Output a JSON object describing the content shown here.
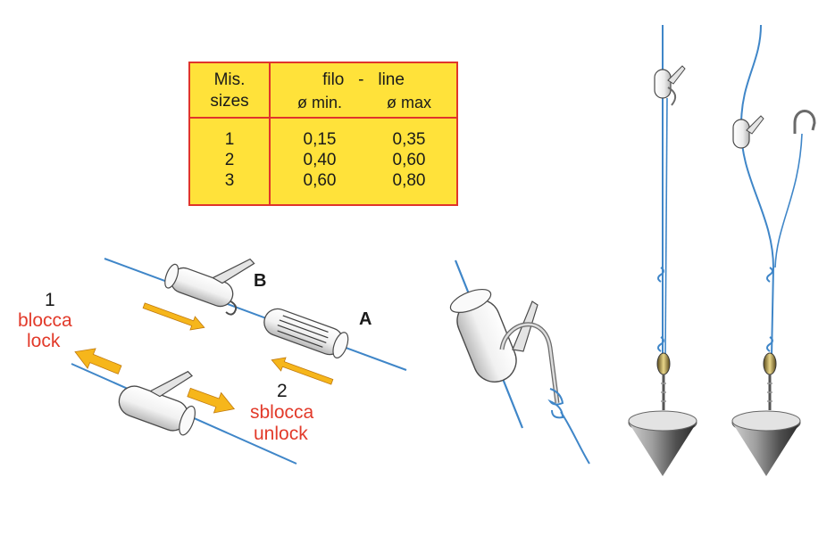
{
  "table": {
    "header": {
      "col1_line1": "Mis.",
      "col1_line2": "sizes",
      "col2_line1": "filo   -   line",
      "col2_min": "ø min.",
      "col2_max": "ø max"
    },
    "rows": [
      {
        "size": "1",
        "min": "0,15",
        "max": "0,35"
      },
      {
        "size": "2",
        "min": "0,40",
        "max": "0,60"
      },
      {
        "size": "3",
        "min": "0,60",
        "max": "0,80"
      }
    ]
  },
  "labels": {
    "lock_number": "1",
    "lock_it": "blocca",
    "lock_en": "lock",
    "unlock_number": "2",
    "unlock_it": "sblocca",
    "unlock_en": "unlock",
    "part_b": "B",
    "part_a": "A"
  },
  "colors": {
    "line": "#3f86c8",
    "arrow": "#f6b61b",
    "table_fill": "#ffe23a",
    "table_border": "#e0352b",
    "label_red": "#e23a2a"
  }
}
